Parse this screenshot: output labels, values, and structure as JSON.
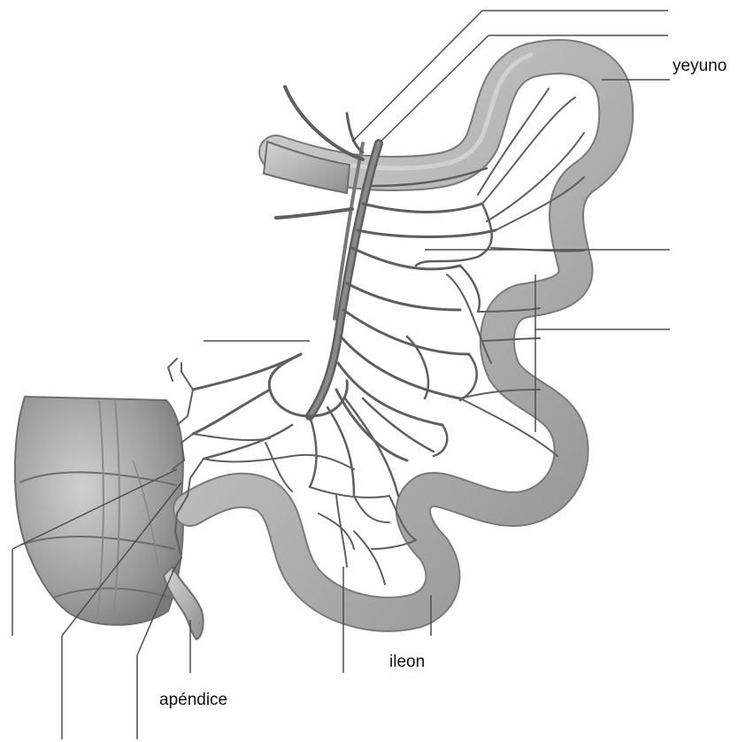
{
  "labels": {
    "yeyuno": "yeyuno",
    "ileon": "ileon",
    "apendice": "apéndice"
  },
  "colors": {
    "intestine_fill": "#b9b9b9",
    "intestine_edge": "#7a7a7a",
    "vessel": "#666666",
    "vessel_dark": "#4a4a4a",
    "leader_line": "#555555",
    "background": "#ffffff"
  }
}
